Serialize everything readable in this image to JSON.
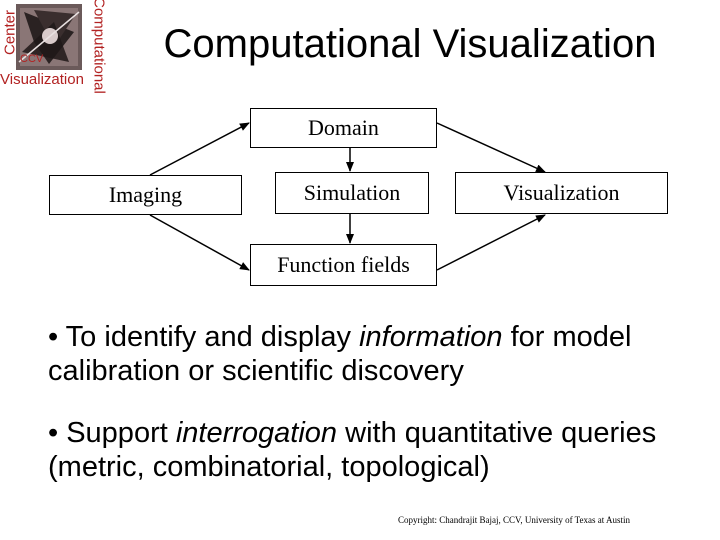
{
  "slide": {
    "title": "Computational Visualization",
    "logo": {
      "word_left": "Center",
      "word_right": "Computational",
      "word_bottom": "Visualization",
      "badge": "CCV"
    },
    "diagram": {
      "domain": "Domain",
      "imaging": "Imaging",
      "simulation": "Simulation",
      "visualization": "Visualization",
      "function_fields": "Function fields"
    },
    "bullets": [
      {
        "prefix": "• To identify and display ",
        "emph": "information",
        "suffix": " for model calibration or scientific discovery"
      },
      {
        "prefix": "• Support ",
        "emph": "interrogation",
        "suffix": " with quantitative queries (metric, combinatorial, topological)"
      }
    ],
    "copyright": "Copyright: Chandrajit Bajaj, CCV, University of Texas at Austin"
  },
  "colors": {
    "logo_text": "#b22222",
    "text": "#000000",
    "background": "#ffffff"
  }
}
